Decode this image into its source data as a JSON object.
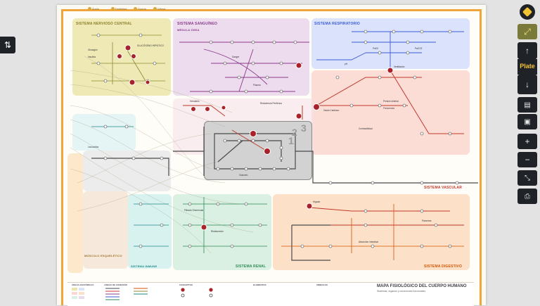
{
  "colors": {
    "sheet_border": "#f0a53a",
    "nervous": "#e8e2a8",
    "blood": "#ead8ec",
    "respiratory": "#dbe2fb",
    "circulatory": "#fbd9d2",
    "renal": "#d9f0e2",
    "digestive": "#fde0c8",
    "line_dark": "#4a4a4a",
    "line_red": "#c0392b",
    "line_purple": "#8b3a8b",
    "line_blue": "#3b5bd6",
    "toolbar_bg": "#1f2328",
    "accent": "#f1c232"
  },
  "top_tags": [
    "Ácido",
    "Fertilidad",
    "Diurna",
    "Difusa"
  ],
  "regions": {
    "nervous": "SISTEMA NERVIOSO CENTRAL",
    "blood": "SISTEMA SANGUÍNEO",
    "blood_sub": "MÉDULA ÓSEA",
    "respiratory": "SISTEMA RESPIRATORIO",
    "circulatory": "SISTEMA VASCULAR",
    "renal": "SISTEMA RENAL",
    "digestive": "SISTEMA DIGESTIVO",
    "musculoskeletal": "MÚSCULO ESQUELÉTICO",
    "immune": "SISTEMA INMUNE"
  },
  "node_labels": {
    "n1": "GLUCÓGENO HEPÁTICO",
    "n2": "Glucagón",
    "n3": "Insulina",
    "n4": "Sangre",
    "n5": "Plasma",
    "n6": "Gasto Cardíaco",
    "n7": "Presión Arterial",
    "n7b": "Frecuencia",
    "n8": "Ventilación",
    "n9": "PaO2",
    "n9b": "PaCO2",
    "n10": "pH",
    "n11": "Filtrado Glomerular",
    "n12": "Reabsorción",
    "n13": "Absorción Intestinal",
    "n14": "Hígado",
    "n15": "Páncreas",
    "n16": "Leucocitos",
    "n17": "Hematíes",
    "n18": "Contractilidad",
    "n19": "Resistencia Periférica",
    "n20": "Volumen"
  },
  "center_numbers": [
    "1",
    "2",
    "3"
  ],
  "legend": {
    "title": "MAPA FISIOLÓGICO DEL CUERPO HUMANO",
    "subtitle": "Sistemas, órganos y conexiones funcionales",
    "headings": [
      "ÁREAS ANATÓMICAS",
      "LÍNEAS DE CONEXIÓN",
      "CONCEPTOS",
      "ELEMENTOS",
      "SÍMBOLOS"
    ]
  },
  "toolbar": {
    "plate_label": "Plate"
  }
}
